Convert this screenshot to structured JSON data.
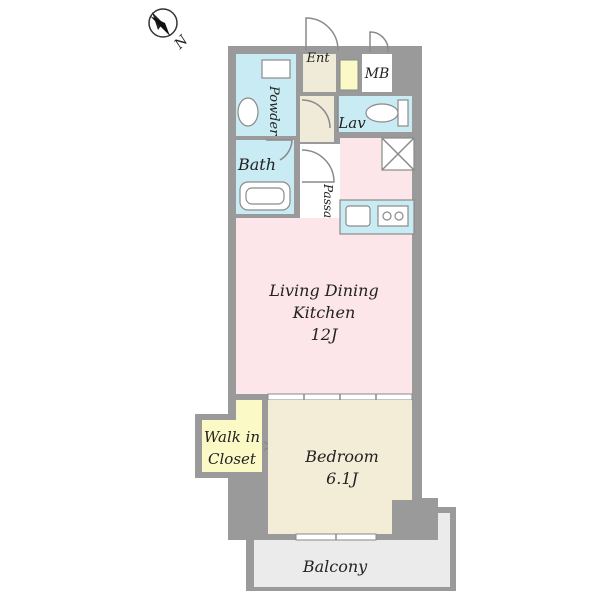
{
  "compass": {
    "icon": "compass-north-icon",
    "label": "N"
  },
  "rooms": {
    "entrance": "Ent",
    "meter_box": "MB",
    "powder_room": "Powder Room",
    "lavatory": "Lav",
    "bath": "Bath",
    "passage": "Passage",
    "ldk": {
      "line1": "Living Dining",
      "line2": "Kitchen",
      "size": "12J"
    },
    "walk_in_closet": {
      "line1": "Walk in",
      "line2": "Closet"
    },
    "bedroom": {
      "name": "Bedroom",
      "size": "6.1J"
    },
    "balcony": "Balcony"
  },
  "colors": {
    "wet_area": "#c9ebf3",
    "ldk": "#fce6ea",
    "bedroom": "#f3ecd7",
    "closet": "#fbf9c6",
    "entrance": "#f0ead8",
    "walls": "#9a9a9a",
    "balcony": "#ebebeb"
  }
}
